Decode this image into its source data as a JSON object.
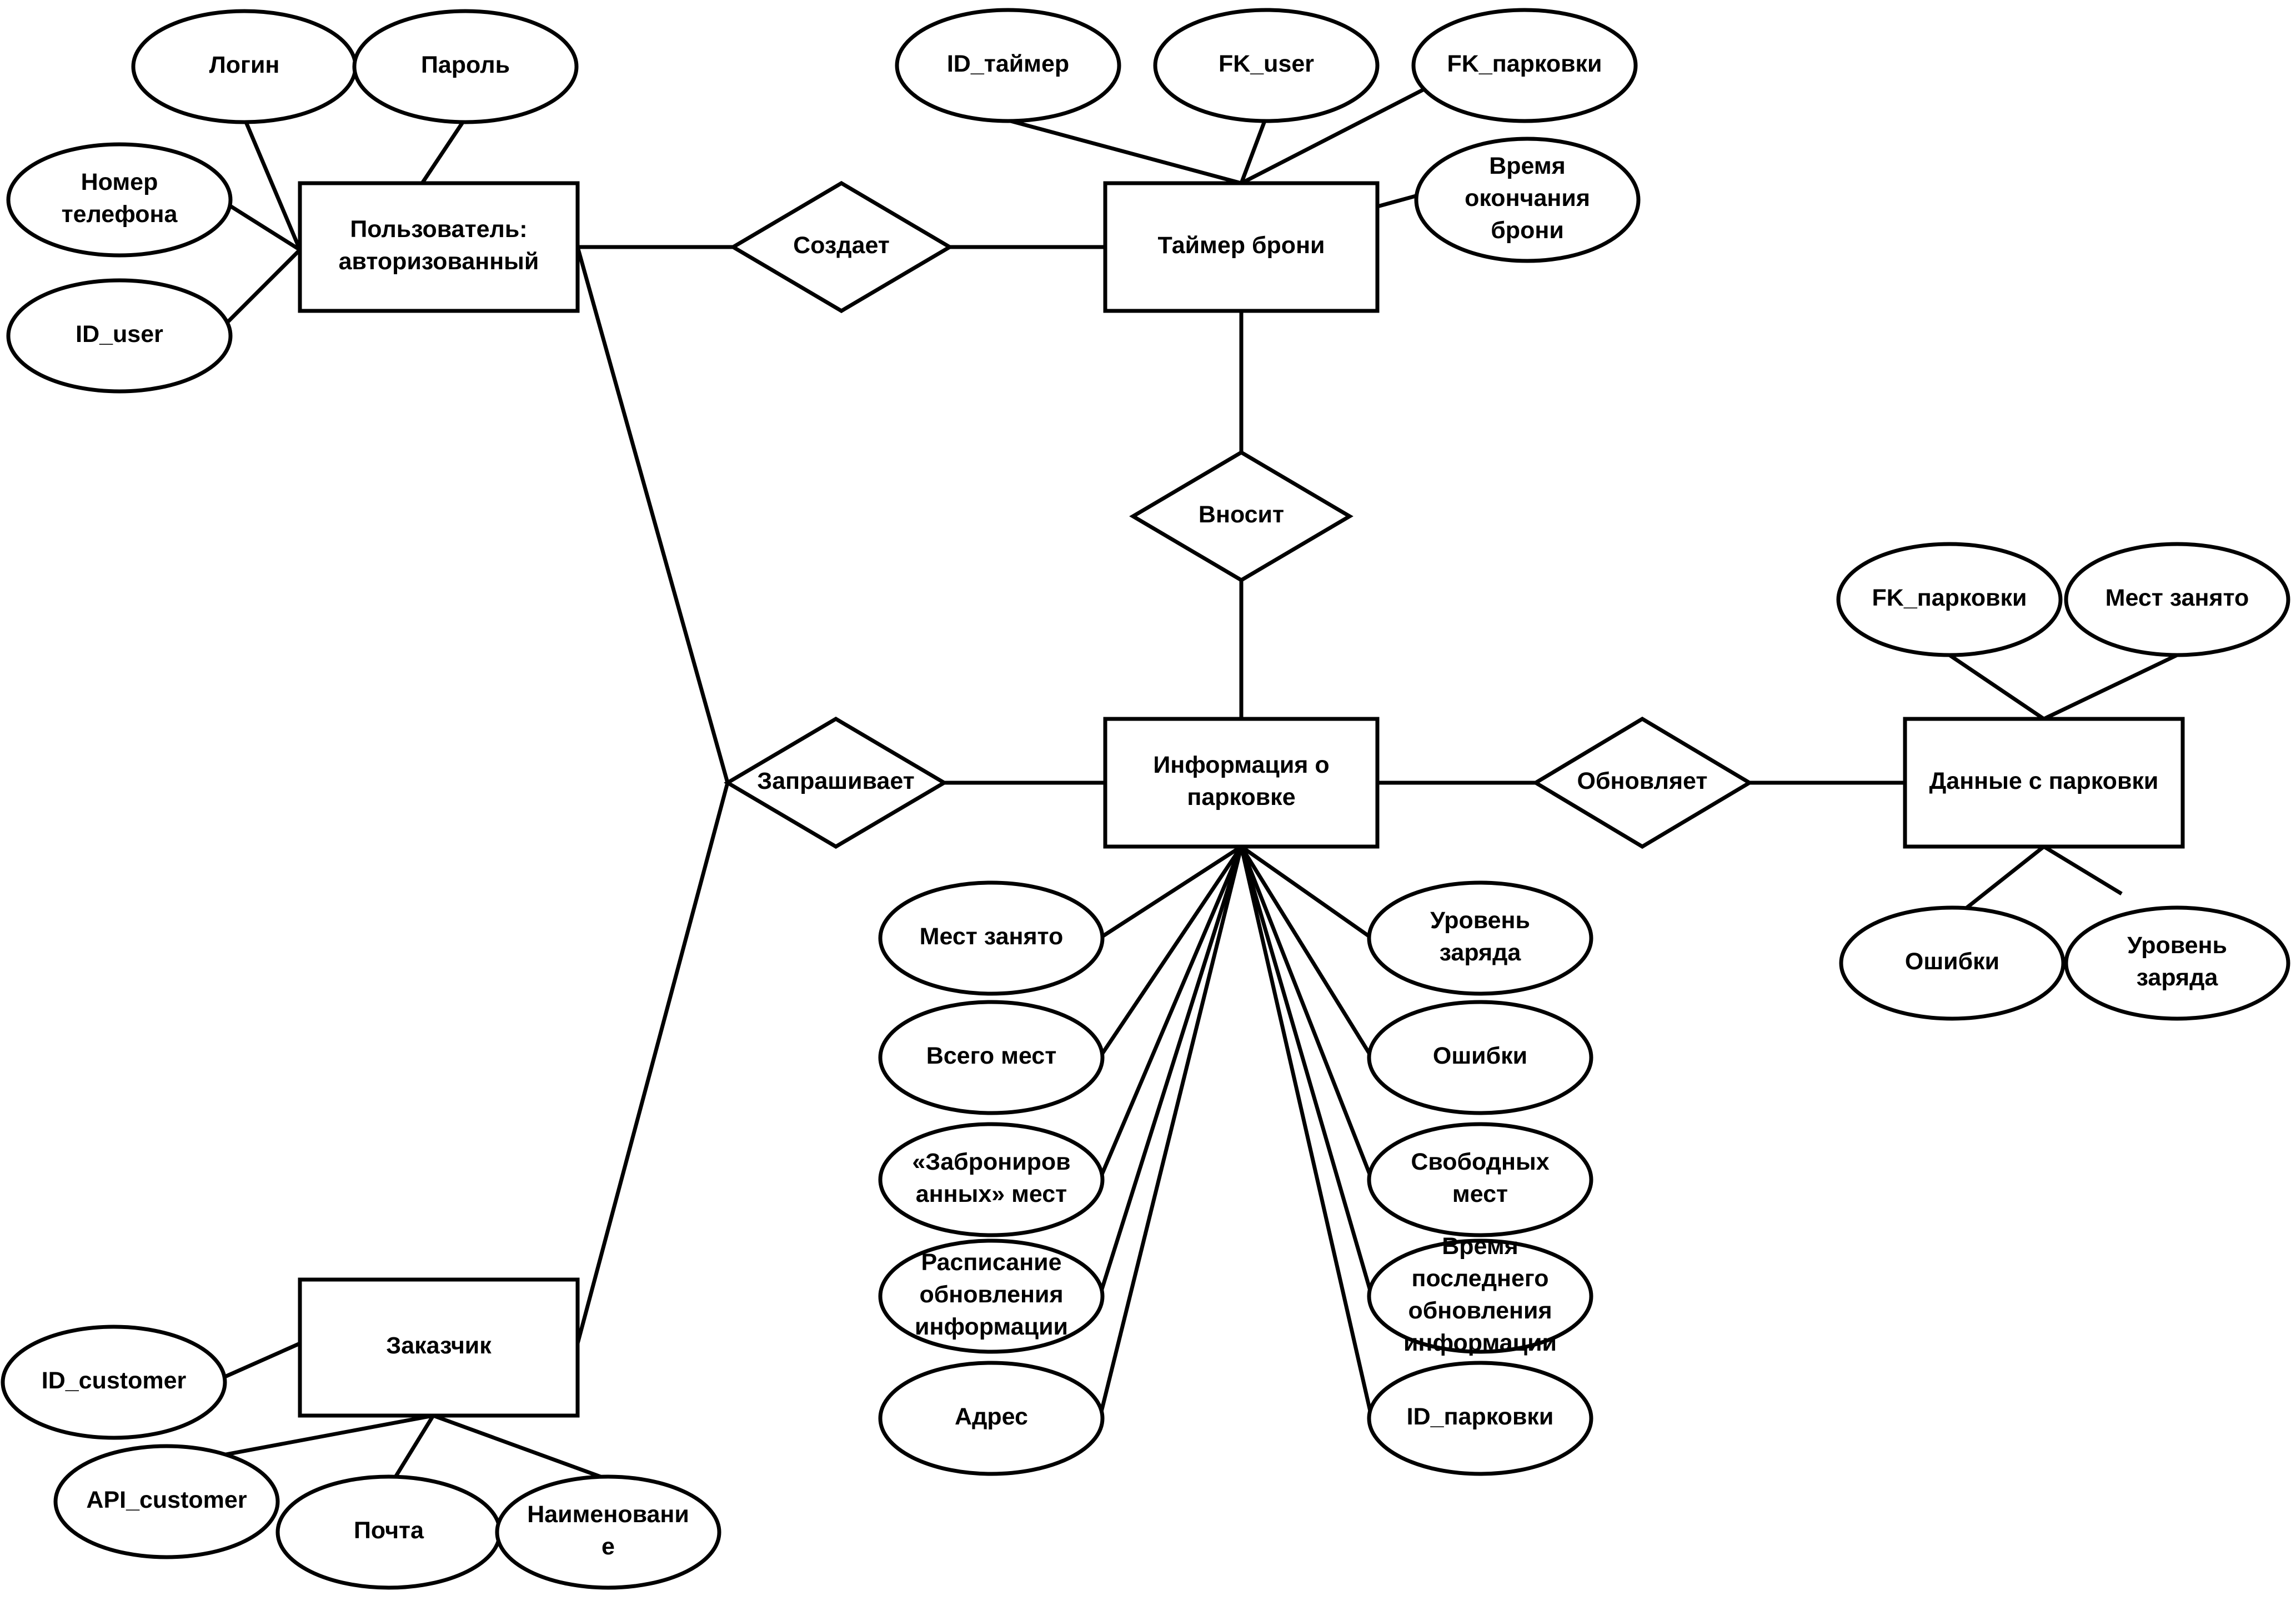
{
  "entities": {
    "user": "Пользователь:\nавторизованный",
    "timer": "Таймер брони",
    "parking_info": "Информация о\nпарковке",
    "parking_data": "Данные с парковки",
    "customer": "Заказчик"
  },
  "relationships": {
    "creates": "Создает",
    "enters": "Вносит",
    "requests": "Запрашивает",
    "updates": "Обновляет"
  },
  "attributes": {
    "user_login": "Логин",
    "user_password": "Пароль",
    "user_phone": "Номер\nтелефона",
    "user_id": "ID_user",
    "timer_id": "ID_таймер",
    "timer_fk_user": "FK_user",
    "timer_fk_parking": "FK_парковки",
    "timer_end_time": "Время\nокончания\nброни",
    "pd_fk_parking": "FK_парковки",
    "pd_occupied": "Мест занято",
    "pd_errors": "Ошибки",
    "pd_charge": "Уровень\nзаряда",
    "pi_occupied": "Мест занято",
    "pi_total": "Всего мест",
    "pi_reserved": "«Заброниров\nанных» мест",
    "pi_schedule": "Расписание\nобновления\nинформации",
    "pi_address": "Адрес",
    "pi_charge": "Уровень\nзаряда",
    "pi_errors": "Ошибки",
    "pi_free": "Свободных\nмест",
    "pi_last_update": "Время\nпоследнего\nобновления\nинформации",
    "pi_id": "ID_парковки",
    "cust_id": "ID_customer",
    "cust_api": "API_customer",
    "cust_mail": "Почта",
    "cust_name": "Наименовани\nе"
  }
}
